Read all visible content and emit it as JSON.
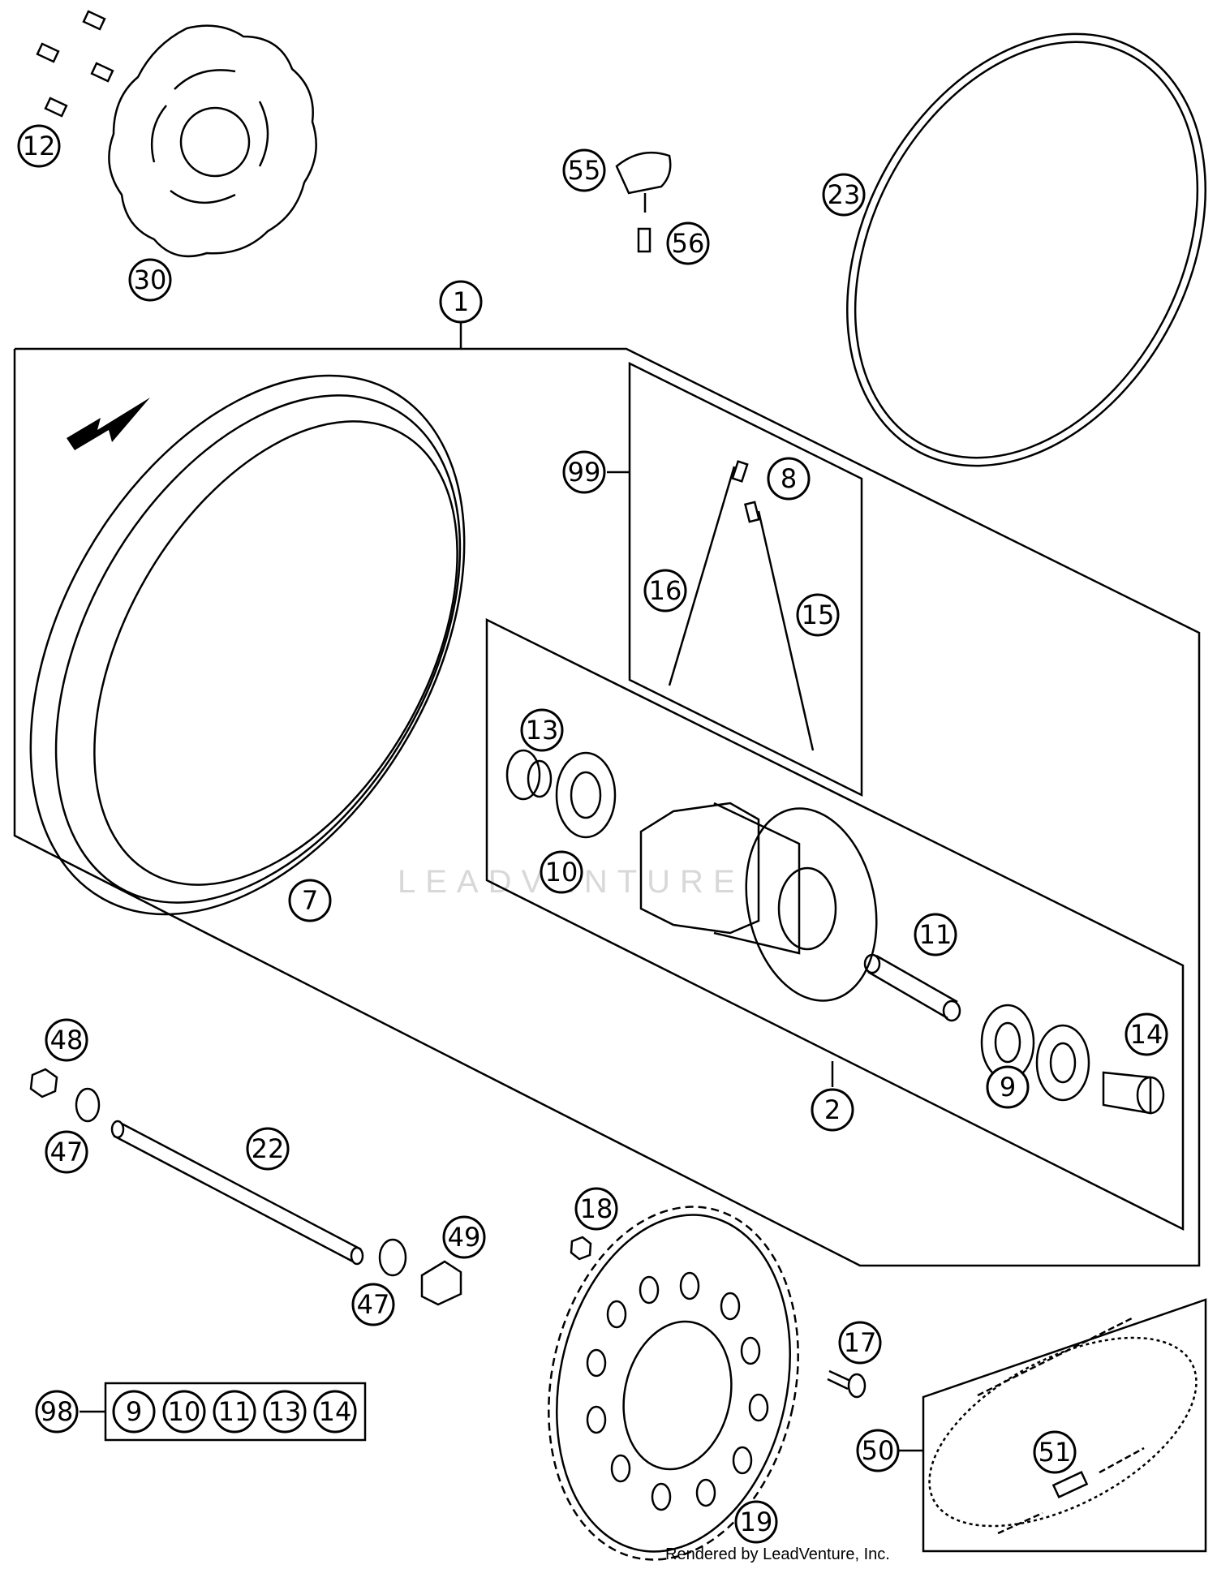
{
  "diagram": {
    "callouts": [
      {
        "id": "c1",
        "label": "1"
      },
      {
        "id": "c2",
        "label": "2"
      },
      {
        "id": "c7",
        "label": "7"
      },
      {
        "id": "c8",
        "label": "8"
      },
      {
        "id": "c9",
        "label": "9"
      },
      {
        "id": "c10",
        "label": "10"
      },
      {
        "id": "c11",
        "label": "11"
      },
      {
        "id": "c12",
        "label": "12"
      },
      {
        "id": "c13",
        "label": "13"
      },
      {
        "id": "c14",
        "label": "14"
      },
      {
        "id": "c15",
        "label": "15"
      },
      {
        "id": "c16",
        "label": "16"
      },
      {
        "id": "c17",
        "label": "17"
      },
      {
        "id": "c18",
        "label": "18"
      },
      {
        "id": "c19",
        "label": "19"
      },
      {
        "id": "c22",
        "label": "22"
      },
      {
        "id": "c23",
        "label": "23"
      },
      {
        "id": "c30",
        "label": "30"
      },
      {
        "id": "c47a",
        "label": "47"
      },
      {
        "id": "c47b",
        "label": "47"
      },
      {
        "id": "c48",
        "label": "48"
      },
      {
        "id": "c49",
        "label": "49"
      },
      {
        "id": "c50",
        "label": "50"
      },
      {
        "id": "c51",
        "label": "51"
      },
      {
        "id": "c55",
        "label": "55"
      },
      {
        "id": "c56",
        "label": "56"
      },
      {
        "id": "c98",
        "label": "98"
      },
      {
        "id": "c99",
        "label": "99"
      }
    ],
    "kit_98_items": [
      "9",
      "10",
      "11",
      "13",
      "14"
    ],
    "watermark": "LEADVENTURE",
    "credit": "Rendered by LeadVenture, Inc."
  }
}
